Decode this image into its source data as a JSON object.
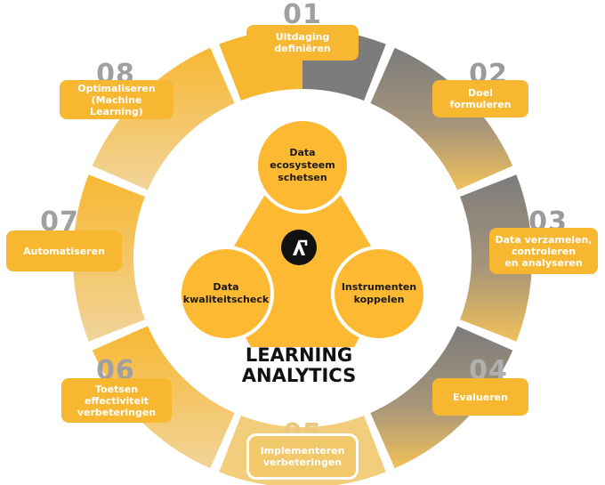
{
  "center": {
    "title": "LEARNING\nANALYTICS",
    "logo_icon": "n-arrow-logo-icon",
    "circles": [
      {
        "label": "Data\necosysteem\nschetsen"
      },
      {
        "label": "Data\nkwaliteitscheck"
      },
      {
        "label": "Instrumenten\nkoppelen"
      }
    ]
  },
  "steps": [
    {
      "number": "01",
      "label": "Uitdaging definiëren"
    },
    {
      "number": "02",
      "label": "Doel formuleren"
    },
    {
      "number": "03",
      "label": "Data verzamelen,\ncontroleren\nen analyseren"
    },
    {
      "number": "04",
      "label": "Evalueren"
    },
    {
      "number": "05",
      "label": "Implementeren\nverbeteringen"
    },
    {
      "number": "06",
      "label": "Toetsen\neffectiviteit\nverbeteringen"
    },
    {
      "number": "07",
      "label": "Automatiseren"
    },
    {
      "number": "08",
      "label": "Optimaliseren\n(Machine Learning)"
    }
  ],
  "colors": {
    "accent": "#FDB931",
    "gray": "#7C7C7C",
    "light": "#F1D49A",
    "white": "#FFFFFF",
    "dark": "#111111"
  }
}
